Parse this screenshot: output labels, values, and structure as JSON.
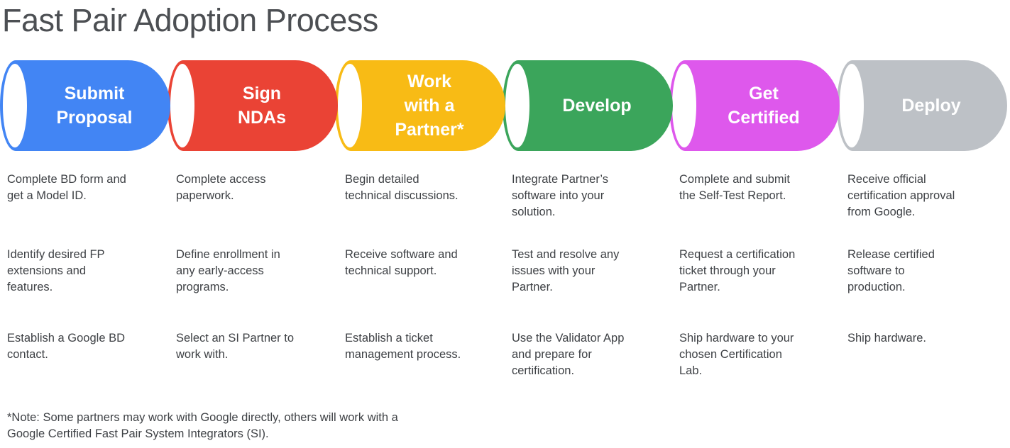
{
  "title": "Fast Pair Adoption Process",
  "stages": [
    {
      "label": "Submit\nProposal",
      "color": "#4285F4",
      "items": [
        "Complete BD form and\nget a Model ID.",
        "Identify desired FP\nextensions and\nfeatures.",
        "Establish a Google BD\ncontact."
      ]
    },
    {
      "label": "Sign\nNDAs",
      "color": "#EA4335",
      "items": [
        "Complete access\npaperwork.",
        "Define enrollment in\nany early-access\nprograms.",
        "Select an SI Partner to\nwork with."
      ]
    },
    {
      "label": "Work\nwith a\nPartner*",
      "color": "#F8BB15",
      "items": [
        "Begin detailed\ntechnical discussions.",
        "Receive software and\ntechnical support.",
        "Establish a ticket\nmanagement process."
      ]
    },
    {
      "label": "Develop",
      "color": "#3BA55B",
      "items": [
        "Integrate Partner’s\nsoftware into your\nsolution.",
        "Test and resolve any\nissues with your\nPartner.",
        "Use the Validator App\nand prepare for\ncertification."
      ]
    },
    {
      "label": "Get\nCertified",
      "color": "#DE58EC",
      "items": [
        "Complete and submit\nthe Self-Test Report.",
        "Request a certification\nticket through your\nPartner.",
        "Ship hardware to your\nchosen Certification\nLab."
      ]
    },
    {
      "label": "Deploy",
      "color": "#BDC1C6",
      "items": [
        "Receive official\ncertification approval\nfrom Google.",
        "Release certified\nsoftware to\nproduction.",
        "Ship hardware."
      ]
    }
  ],
  "footnote": "*Note: Some partners may work with Google directly, others will work with a\nGoogle Certified Fast Pair System Integrators (SI)."
}
